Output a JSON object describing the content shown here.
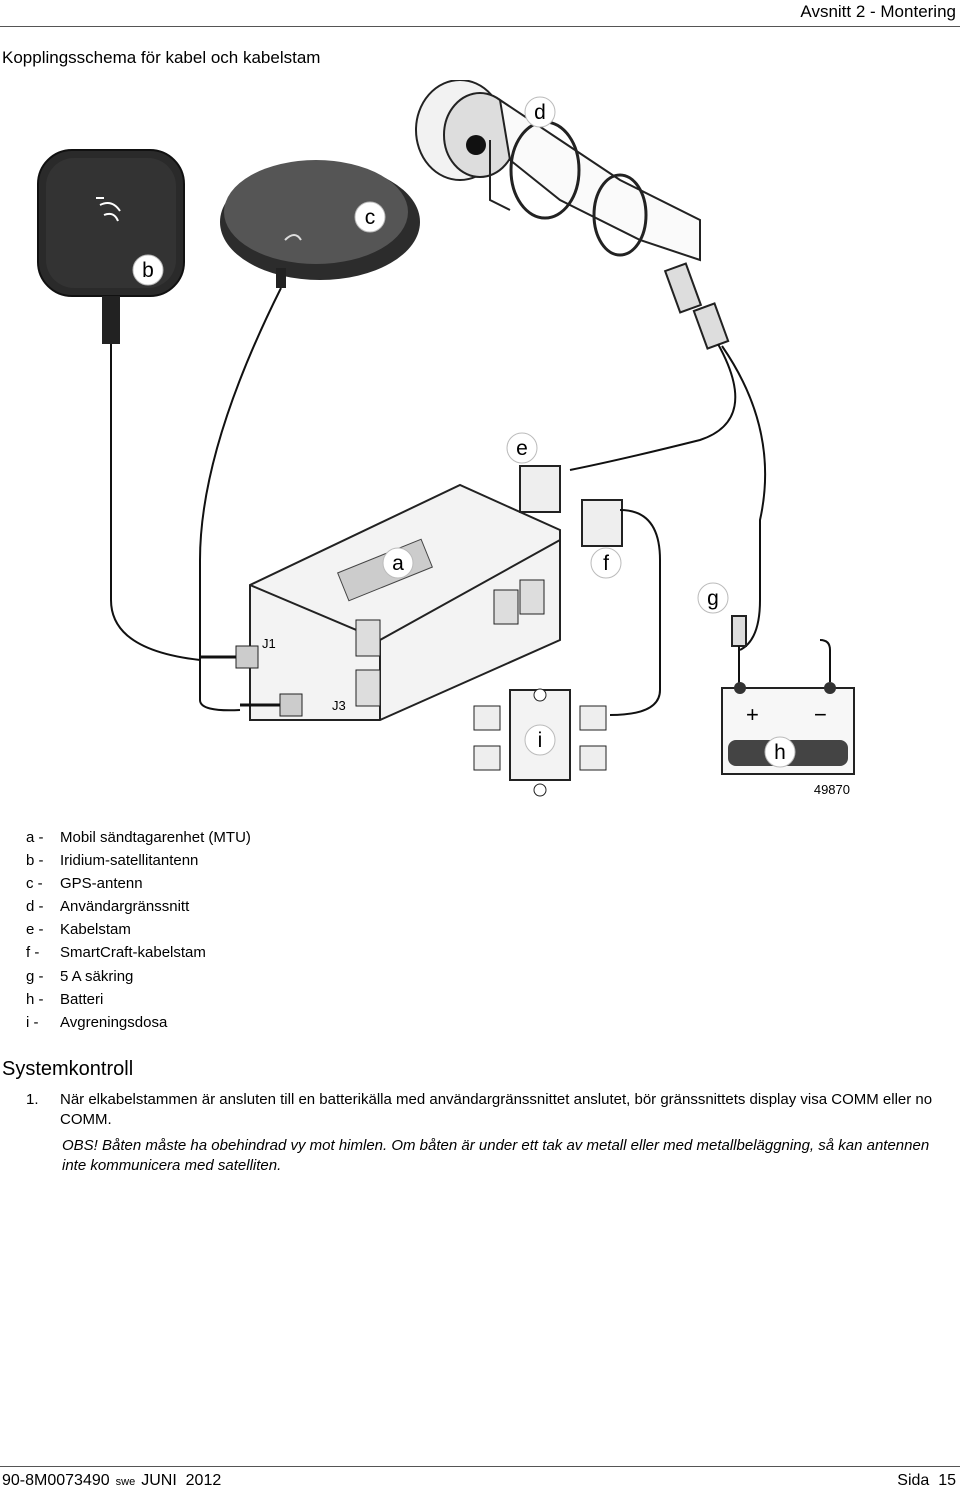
{
  "header": {
    "section": "Avsnitt 2 - Montering"
  },
  "diagram": {
    "title": "Kopplingsschema för kabel och kabelstam",
    "callouts": {
      "a": "a",
      "b": "b",
      "c": "c",
      "d": "d",
      "e": "e",
      "f": "f",
      "g": "g",
      "h": "h",
      "i": "i"
    },
    "port_j1": "J1",
    "port_j3": "J3",
    "battery_plus": "+",
    "battery_minus": "−",
    "figure_number": "49870"
  },
  "legend": [
    {
      "letter": "a -",
      "text": "Mobil sändtagarenhet (MTU)"
    },
    {
      "letter": "b -",
      "text": "Iridium-satellitantenn"
    },
    {
      "letter": "c -",
      "text": "GPS-antenn"
    },
    {
      "letter": "d -",
      "text": "Användargränssnitt"
    },
    {
      "letter": "e -",
      "text": "Kabelstam"
    },
    {
      "letter": "f -",
      "text": "SmartCraft-kabelstam"
    },
    {
      "letter": "g -",
      "text": "5 A säkring"
    },
    {
      "letter": "h -",
      "text": "Batteri"
    },
    {
      "letter": "i -",
      "text": "Avgreningsdosa"
    }
  ],
  "system_check": {
    "heading": "Systemkontroll",
    "step_number": "1.",
    "step_text": "När elkabelstammen är ansluten till en batterikälla med användargränssnittet anslutet, bör gränssnittets display visa COMM eller no COMM.",
    "note_label": "OBS!",
    "note_text": " Båten måste ha obehindrad vy mot himlen. Om båten är under ett tak av metall eller med metallbeläggning, så kan antennen inte kommunicera med satelliten."
  },
  "footer": {
    "part_number": "90-8M0073490",
    "language": "swe",
    "date": "JUNI  2012",
    "page": "Sida  15"
  }
}
